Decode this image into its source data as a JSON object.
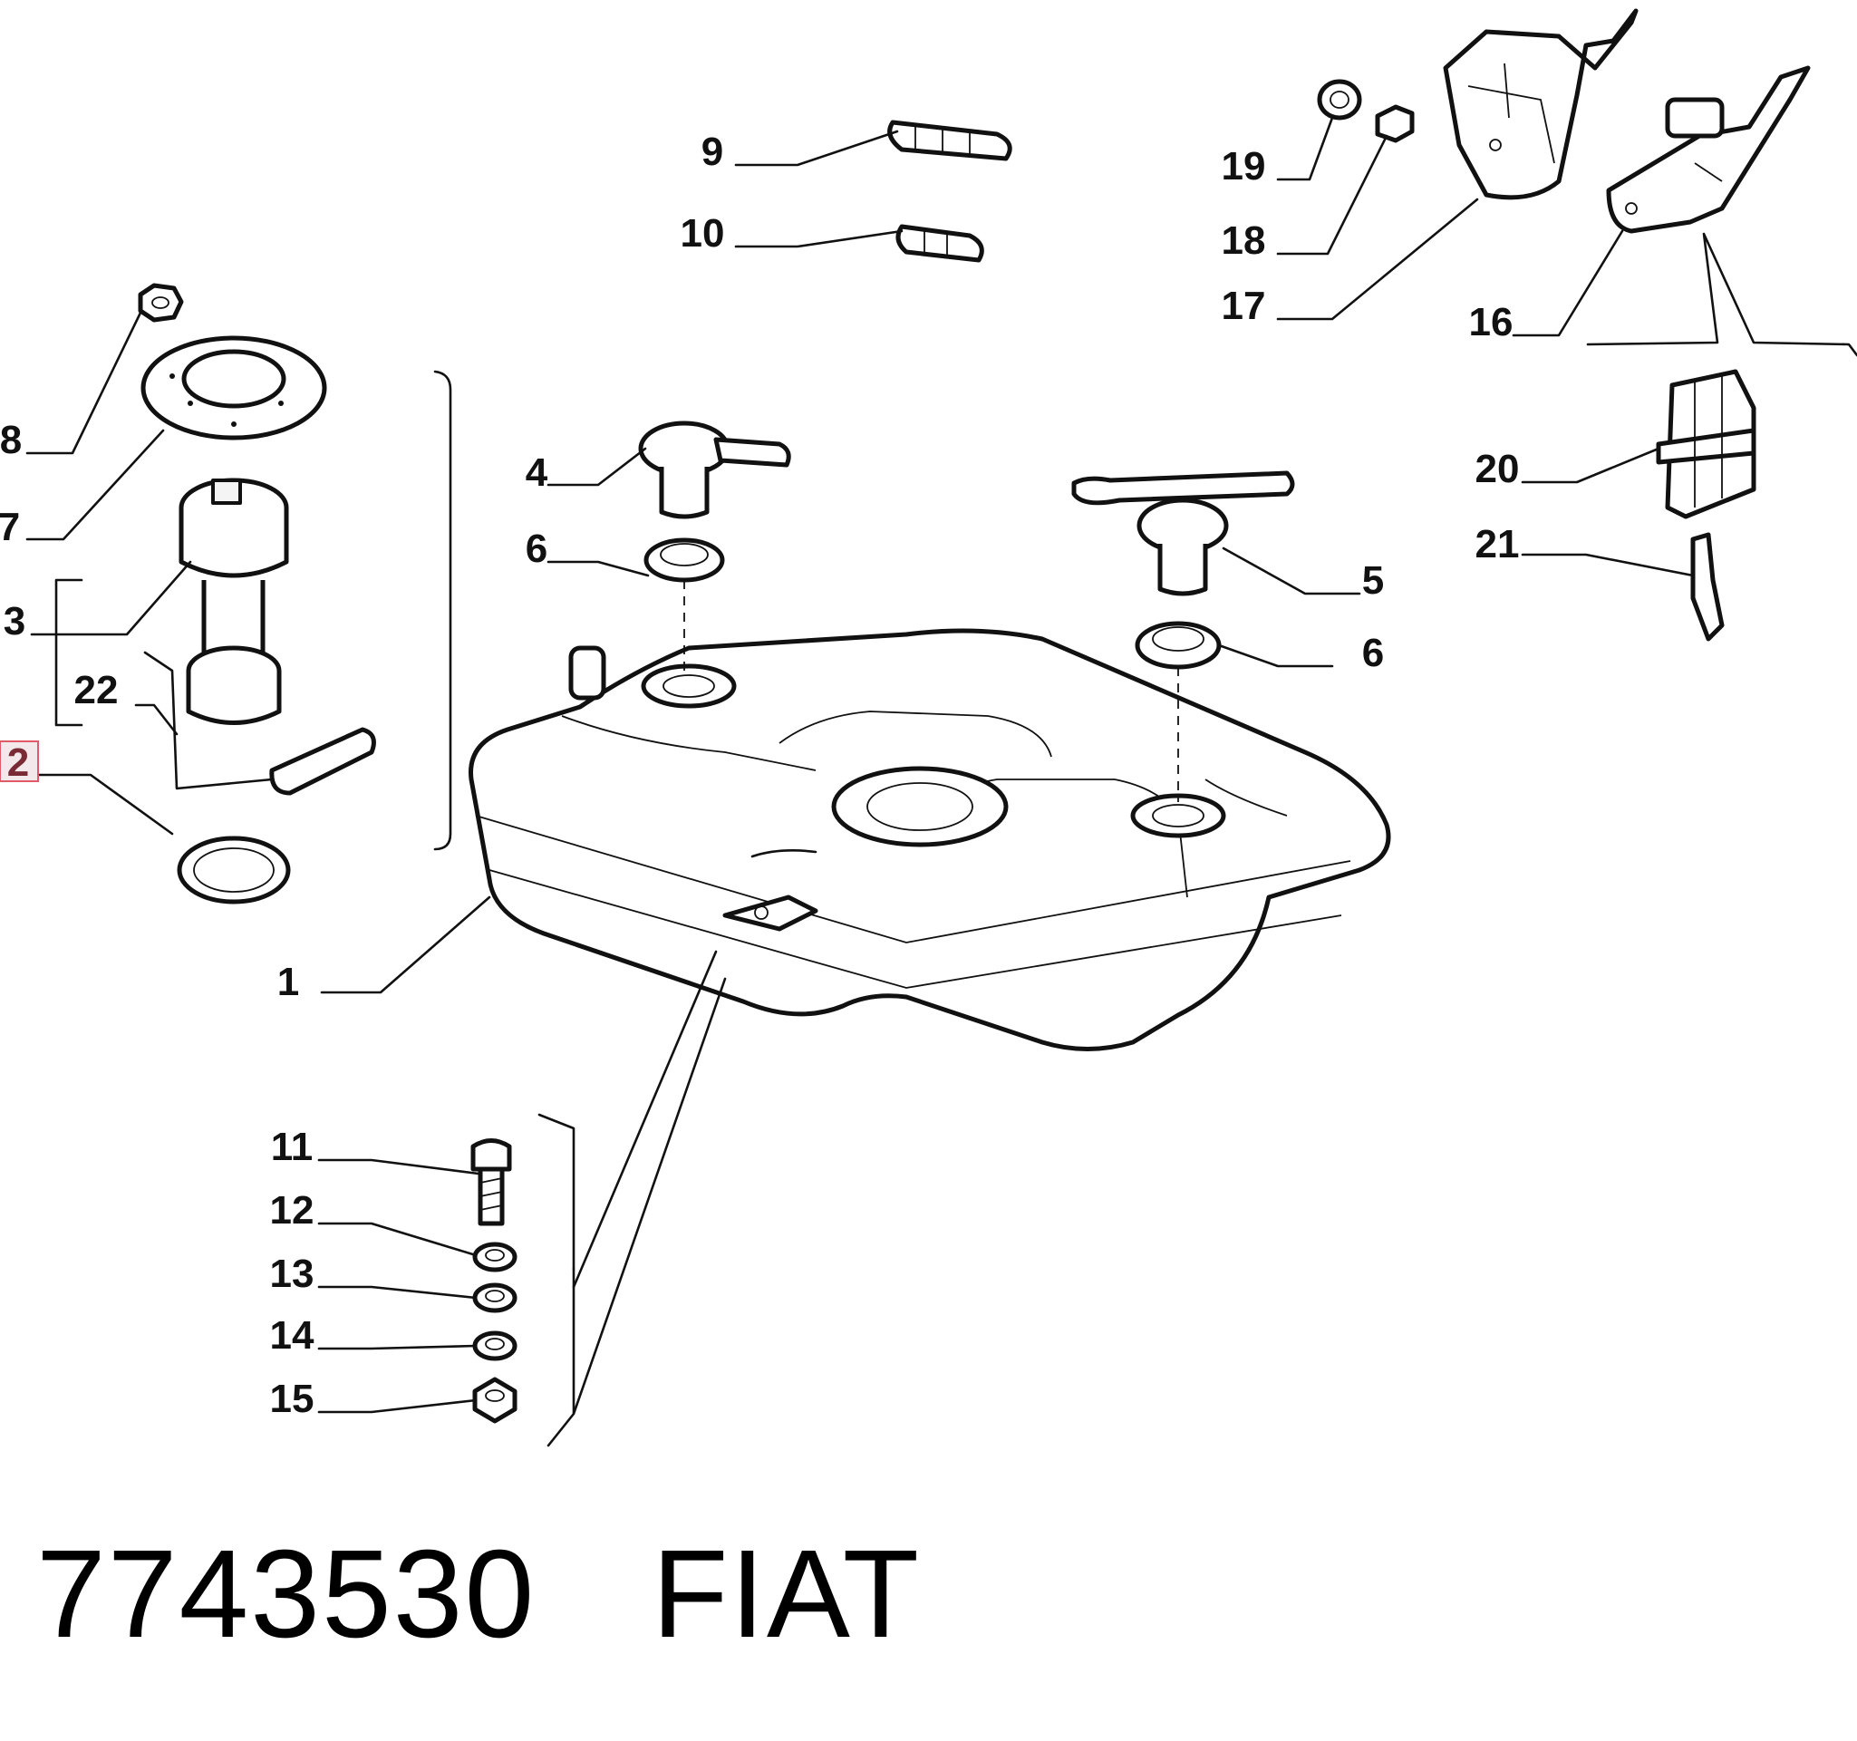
{
  "diagram": {
    "callouts": {
      "c1": "1",
      "c2": "2",
      "c3": "3",
      "c4": "4",
      "c5": "5",
      "c6a": "6",
      "c6b": "6",
      "c7": "7",
      "c8": "8",
      "c9": "9",
      "c10": "10",
      "c11": "11",
      "c12": "12",
      "c13": "13",
      "c14": "14",
      "c15": "15",
      "c16": "16",
      "c17": "17",
      "c18": "18",
      "c19": "19",
      "c20": "20",
      "c21": "21",
      "c22": "22"
    },
    "highlighted_callout": "2",
    "highlight_color": "#e05a6a"
  },
  "caption": {
    "part_number": "7743530",
    "brand": "FIAT"
  }
}
